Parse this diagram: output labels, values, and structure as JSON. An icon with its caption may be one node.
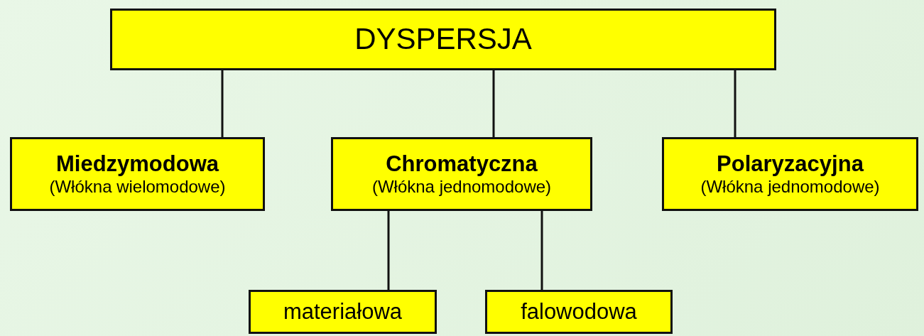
{
  "diagram": {
    "nodes": [
      {
        "text": [
          "DYSPERSJA"
        ]
      },
      {
        "text": [
          "Miedzymodowa",
          "(Włókna wielomodowe)"
        ]
      },
      {
        "text": [
          "Chromatyczna",
          "(Włókna jednomodowe)"
        ]
      },
      {
        "text": [
          "Polaryzacyjna",
          "(Włókna jednomodowe)"
        ]
      },
      {
        "text": [
          "materiałowa"
        ]
      },
      {
        "text": [
          "falowodowa"
        ]
      }
    ],
    "edges": [
      {
        "from": 0,
        "to": 1,
        "arrow": "none"
      },
      {
        "from": 0,
        "to": 2,
        "arrow": "none"
      },
      {
        "from": 0,
        "to": 3,
        "arrow": "none"
      },
      {
        "from": 2,
        "to": 4,
        "arrow": "none"
      },
      {
        "from": 2,
        "to": 5,
        "arrow": "none"
      }
    ]
  }
}
